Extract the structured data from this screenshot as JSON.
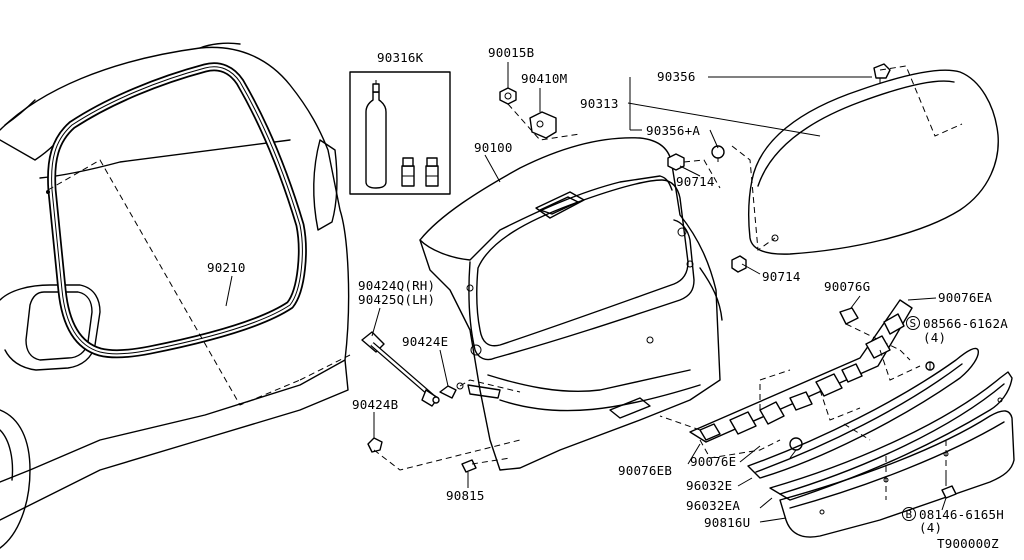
{
  "part_labels": {
    "p90316K": "90316K",
    "p90015B": "90015B",
    "p90410M": "90410M",
    "p90356_top": "90356",
    "p90313": "90313",
    "p90356A": "90356+A",
    "p90100": "90100",
    "p90714_a": "90714",
    "p90714_b": "90714",
    "p90210": "90210",
    "p90424Q": "90424Q(RH)",
    "p90425Q": "90425Q(LH)",
    "p90424E": "90424E",
    "p90424B": "90424B",
    "p90815": "90815",
    "p90076G": "90076G",
    "p90076EA": "90076EA",
    "p08566": "08566-6162A",
    "p08566_qty": "(4)",
    "p90076EB": "90076EB",
    "p90076E": "90076E",
    "p96032E": "96032E",
    "p96032EA": "96032EA",
    "p90816U": "90816U",
    "p08146": "08146-6165H",
    "p08146_qty": "(4)",
    "sym_S": "S",
    "sym_B": "B"
  },
  "diagram_id": "T900000Z"
}
